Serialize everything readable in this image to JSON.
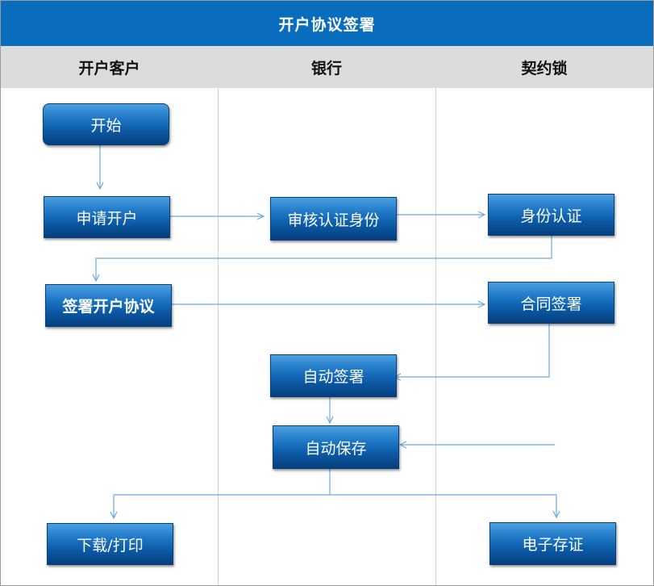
{
  "title": "开户协议签署",
  "lanes": {
    "customer": "开户客户",
    "bank": "银行",
    "contract_lock": "契约锁"
  },
  "nodes": {
    "start": "开始",
    "apply": "申请开户",
    "review": "审核认证身份",
    "identity": "身份认证",
    "sign_agreement": "签署开户协议",
    "contract_sign": "合同签署",
    "auto_sign": "自动签署",
    "auto_save": "自动保存",
    "download": "下载/打印",
    "e_evidence": "电子存证"
  },
  "colors": {
    "title_bg": "#0a6cbd",
    "header_bg": "#dcdcdc",
    "node_fill": "#0b5aa6",
    "connector": "#6aa8de"
  }
}
